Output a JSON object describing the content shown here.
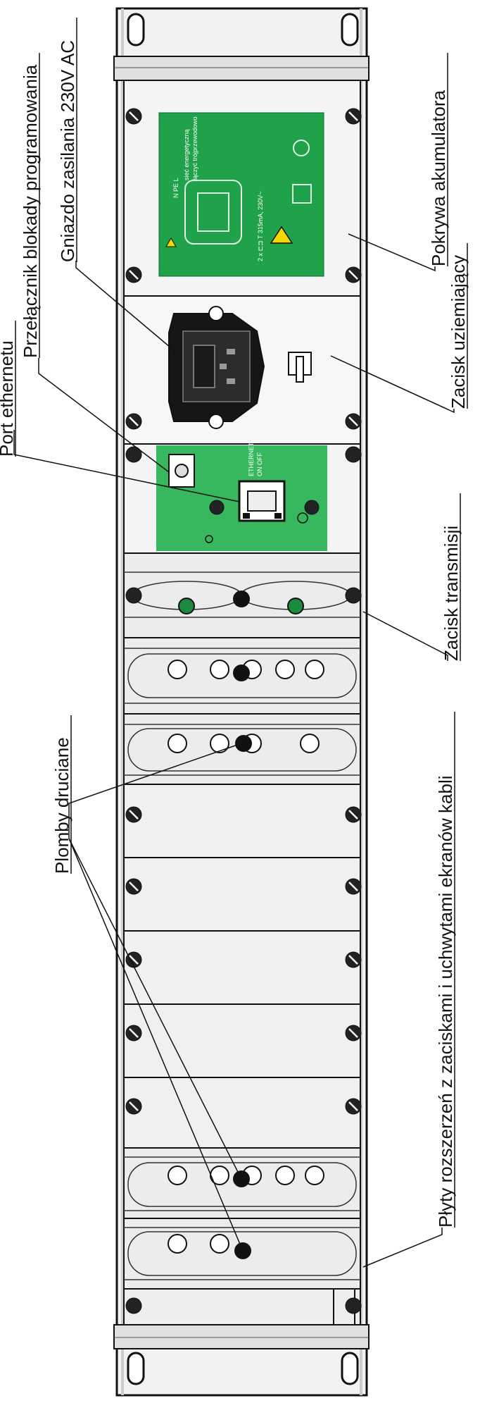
{
  "labels": {
    "ethernet_port": "Port ethernetu",
    "program_lock_switch": "Przełącznik blokady programowania",
    "power_socket": "Gniazdo zasilania 230V AC",
    "battery_cover": "Pokrywa akumulatora",
    "ground_clamp": "Zacisk uziemiający",
    "transmission_clamp": "Zacisk transmisji",
    "wire_seals": "Plomby druciane",
    "expansion_plates": "Płyty rozszerzeń z zaciskami i uchwytami ekranów kabli"
  },
  "battery_panel": {
    "fuse_text": "2 x  ⊏⊐ T 315mA, 230V~",
    "pins_text": "N   PE   L",
    "warning_line1": "sieć energetyczną",
    "warning_line2": "łączyć trójprzewodowo"
  },
  "pcb": {
    "text_line1": "ETHERNET",
    "text_line2": "ON   OFF"
  },
  "colors": {
    "panel_green": "#1fa24a",
    "enclosure_grey": "#eeeeee",
    "outline": "#111111"
  }
}
